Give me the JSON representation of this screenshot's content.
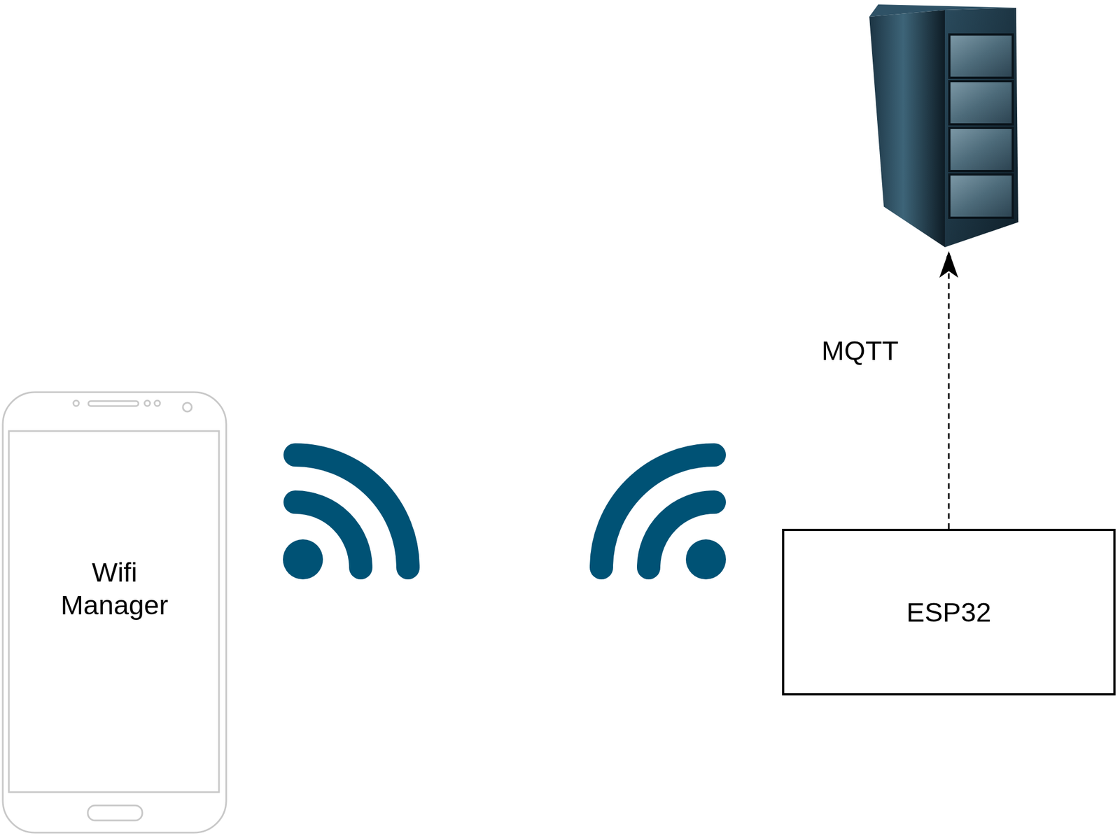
{
  "diagram": {
    "nodes": [
      {
        "text": [
          "Wifi Manager"
        ]
      },
      {
        "text": [
          "ESP32"
        ]
      }
    ],
    "labels": [
      "MQTT"
    ]
  }
}
